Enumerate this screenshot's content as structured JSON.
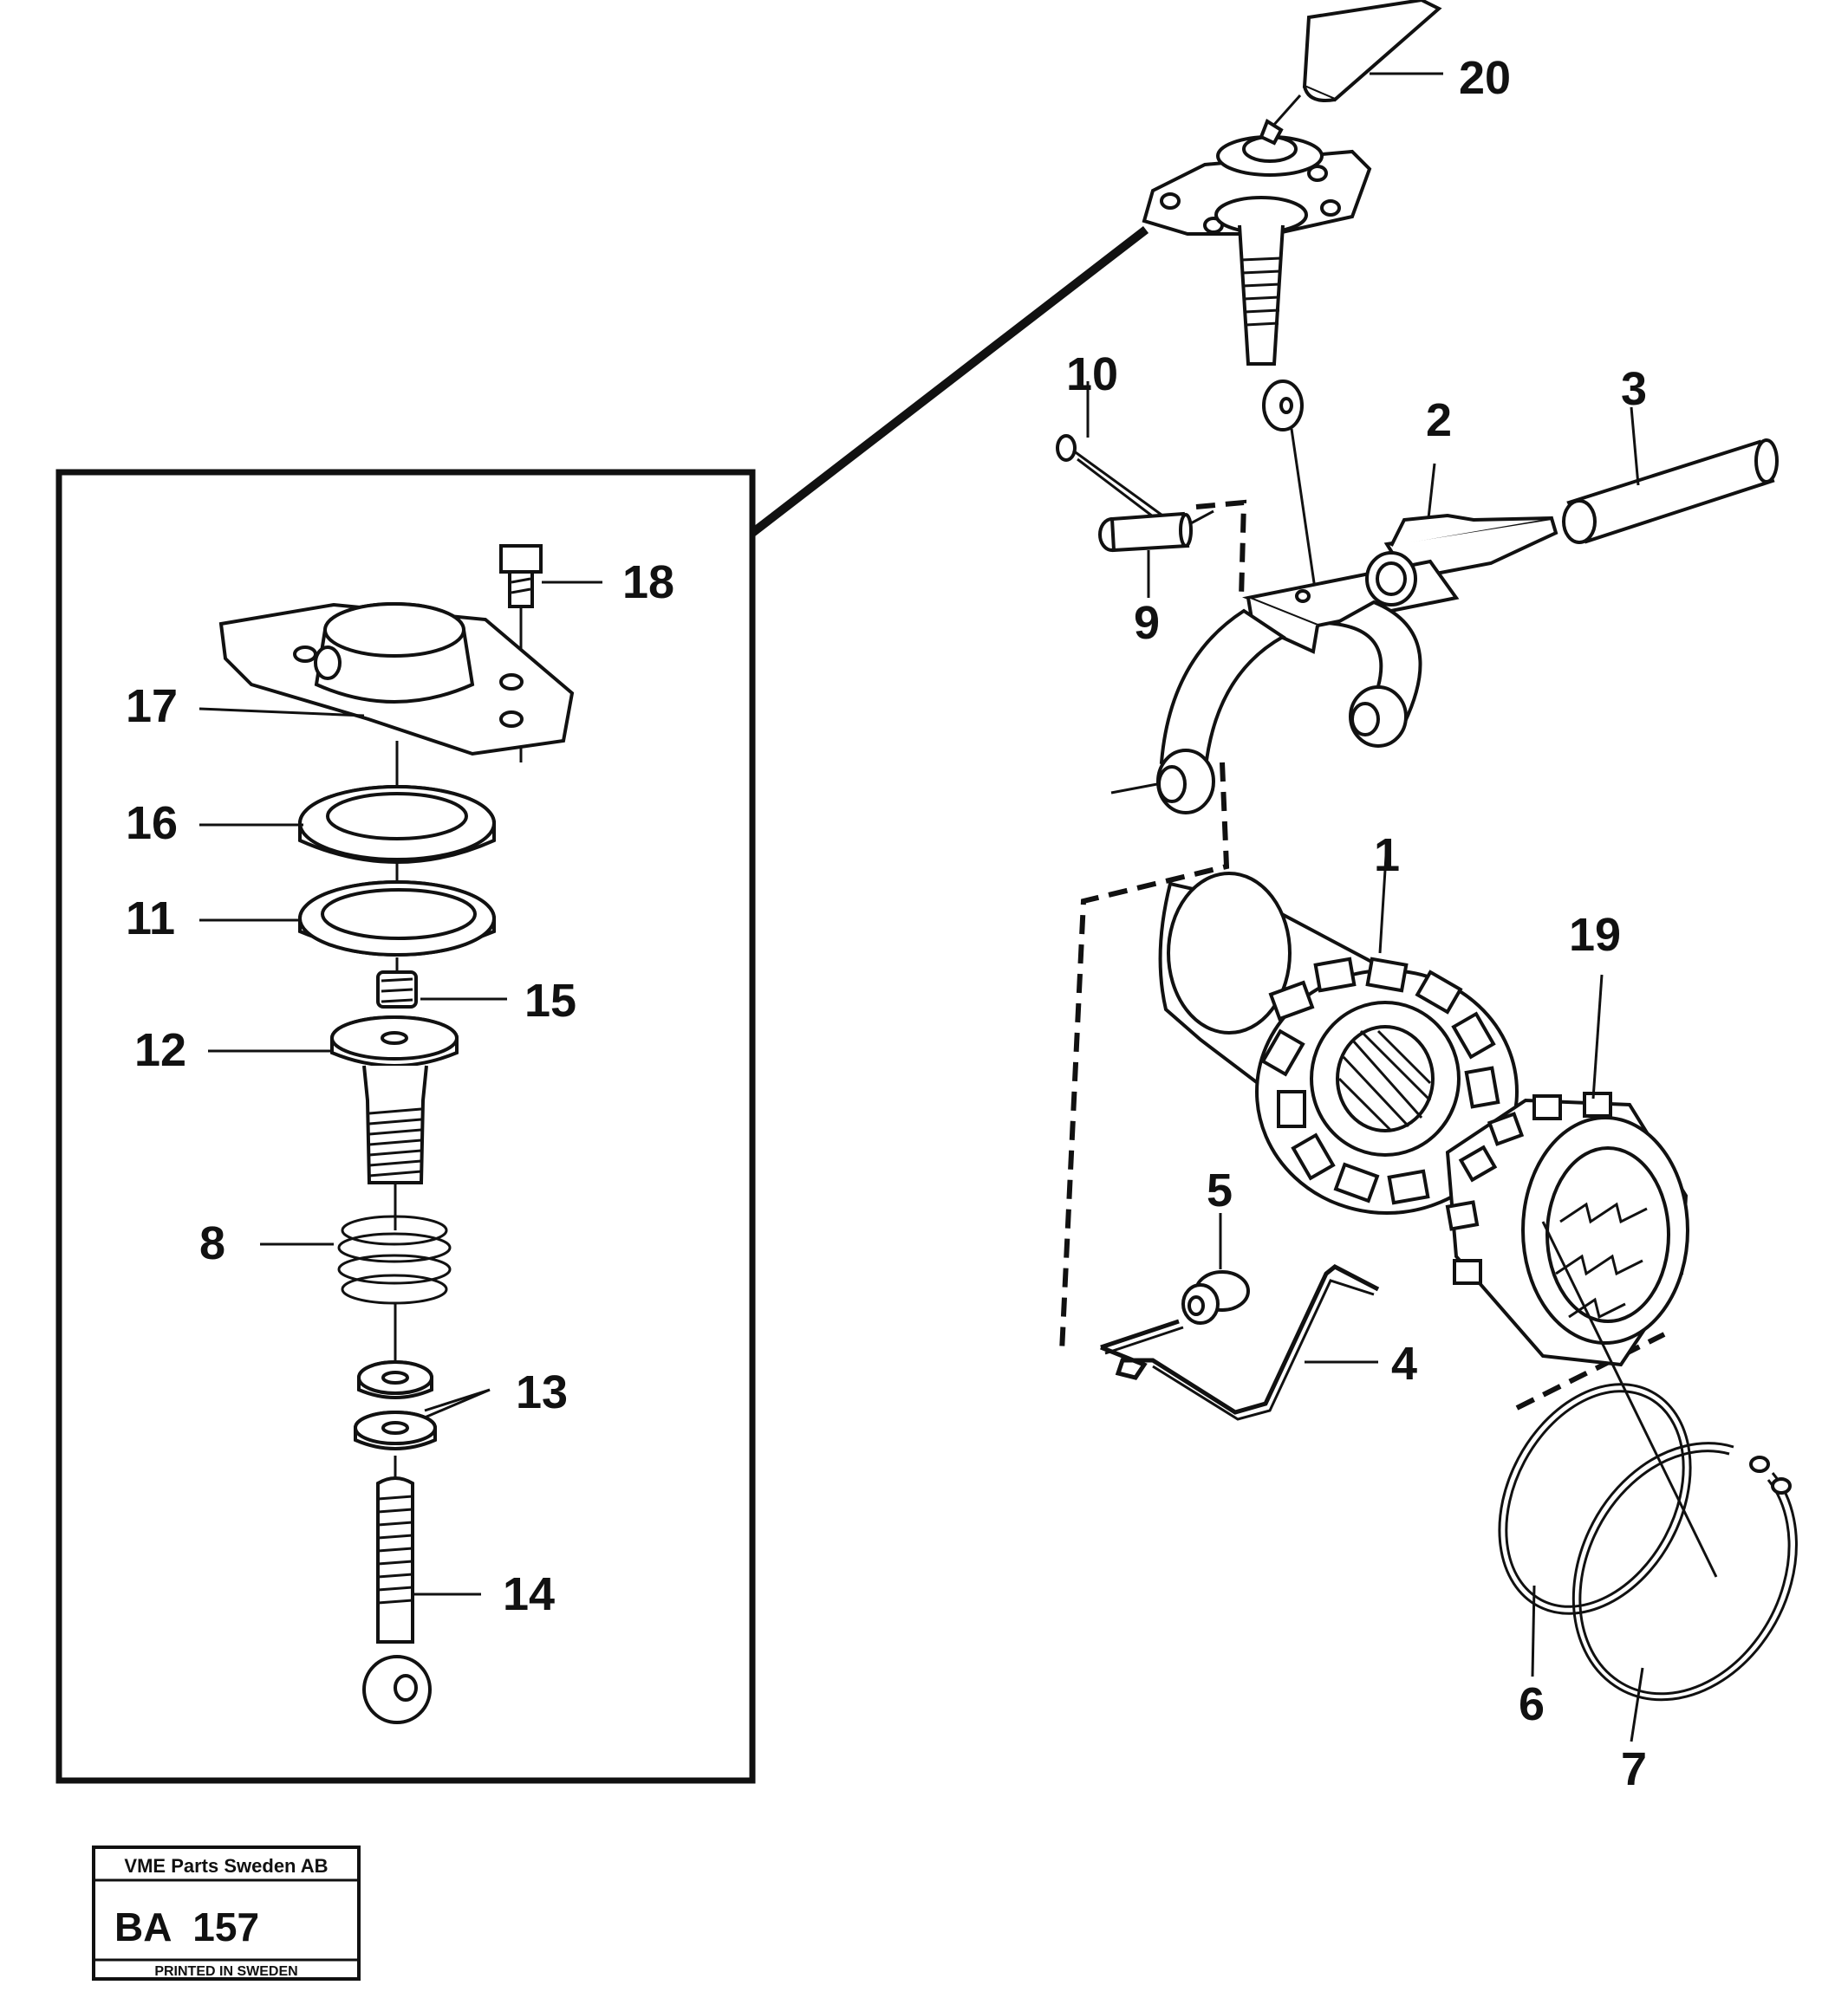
{
  "labels": {
    "p1": "1",
    "p2": "2",
    "p3": "3",
    "p4": "4",
    "p5": "5",
    "p6": "6",
    "p7": "7",
    "p8": "8",
    "p9": "9",
    "p10": "10",
    "p11": "11",
    "p12": "12",
    "p13": "13",
    "p14": "14",
    "p15": "15",
    "p16": "16",
    "p17": "17",
    "p18": "18",
    "p19": "19",
    "p20": "20"
  },
  "stamp": {
    "company": "VME Parts Sweden AB",
    "code": "BA  157",
    "printed": "PRINTED IN SWEDEN"
  }
}
